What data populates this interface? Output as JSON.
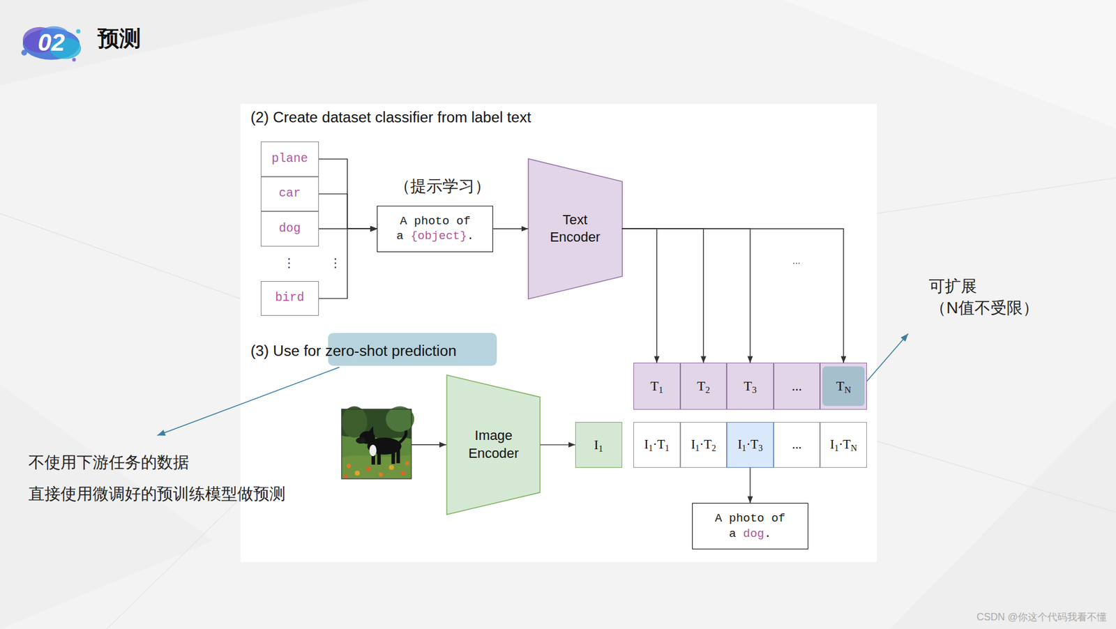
{
  "diagram": {
    "title": "预测",
    "nodes": [
      {
        "text": [
          "plane"
        ]
      },
      {
        "text": [
          "car"
        ]
      },
      {
        "text": [
          "dog"
        ]
      },
      {
        "text": [
          "bird"
        ]
      },
      {
        "text": [
          "A photo of a {object}."
        ]
      },
      {
        "text": [
          "Text Encoder"
        ]
      },
      {
        "text": [
          "T1"
        ]
      },
      {
        "text": [
          "T2"
        ]
      },
      {
        "text": [
          "T3"
        ]
      },
      {
        "text": [
          "..."
        ]
      },
      {
        "text": [
          "TN"
        ]
      },
      {
        "text": [
          "Image Encoder"
        ]
      },
      {
        "text": [
          "I1"
        ]
      },
      {
        "text": [
          "I1·T1"
        ]
      },
      {
        "text": [
          "I1·T2"
        ]
      },
      {
        "text": [
          "I1·T3"
        ]
      },
      {
        "text": [
          "..."
        ]
      },
      {
        "text": [
          "I1·TN"
        ]
      },
      {
        "text": [
          "A photo of a dog."
        ]
      }
    ],
    "edges": [
      {
        "from": 0,
        "to": 4,
        "arrow": "to"
      },
      {
        "from": 1,
        "to": 4,
        "arrow": "to"
      },
      {
        "from": 2,
        "to": 4,
        "arrow": "to"
      },
      {
        "from": 3,
        "to": 4,
        "arrow": "to"
      },
      {
        "from": 4,
        "to": 5,
        "arrow": "to"
      },
      {
        "from": 5,
        "to": 6,
        "arrow": "to"
      },
      {
        "from": 5,
        "to": 7,
        "arrow": "to"
      },
      {
        "from": 5,
        "to": 8,
        "arrow": "to"
      },
      {
        "from": 5,
        "to": 10,
        "arrow": "to"
      },
      {
        "from": 11,
        "to": 12,
        "arrow": "to"
      },
      {
        "from": 15,
        "to": 18,
        "arrow": "to"
      }
    ],
    "labels": [
      "02",
      "(2) Create dataset classifier from label text",
      "（提示学习）",
      "⋮",
      "⋮",
      "...",
      "(3) Use for zero-shot prediction",
      "可扩展",
      "（N值不受限）",
      "不使用下游任务的数据",
      "直接使用微调好的预训练模型做预测",
      "CSDN @你这个代码我看不懂"
    ]
  }
}
